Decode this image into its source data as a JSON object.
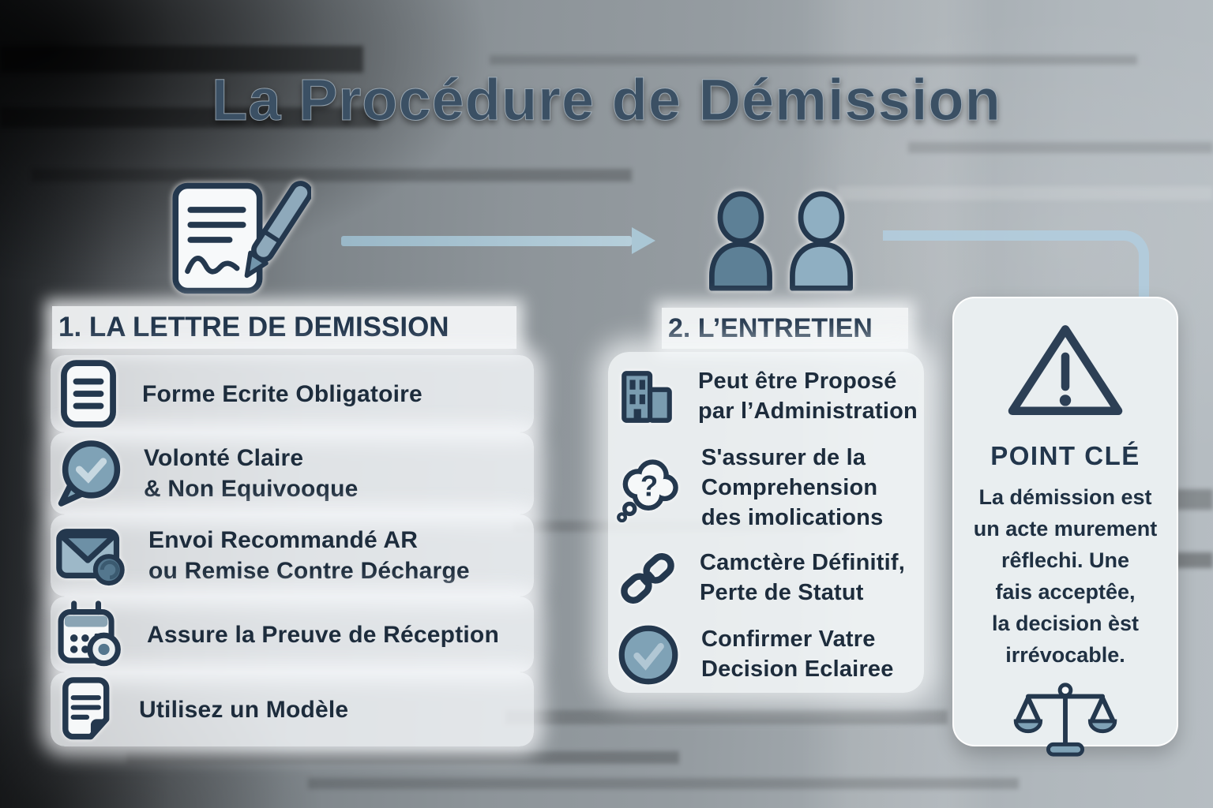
{
  "title": "La Procédure de Démission",
  "flow": {
    "step1_icon": "signed-letter-icon",
    "arrow1_icon": "arrow-right-icon",
    "step2_icon": "two-persons-icon",
    "connector": "elbow-connector-line"
  },
  "sections": {
    "letter": {
      "heading": "1. LA LETTRE DE DEMISSION",
      "items": [
        {
          "icon": "document-lines-icon",
          "lines": [
            "Forme Ecrite Obligatoire"
          ]
        },
        {
          "icon": "speech-bubble-check-icon",
          "lines": [
            "Volonté Claire",
            "& Non Equivooque"
          ]
        },
        {
          "icon": "envelope-seal-icon",
          "lines": [
            "Envoi Recommandé AR",
            "ou Remise Contre Décharge"
          ]
        },
        {
          "icon": "calendar-stamp-icon",
          "lines": [
            "Assure la Preuve de Réception"
          ]
        },
        {
          "icon": "document-corner-icon",
          "lines": [
            "Utilisez un Modèle"
          ]
        }
      ]
    },
    "interview": {
      "heading": "2. L’ENTRETIEN",
      "items": [
        {
          "icon": "building-icon",
          "lines": [
            "Peut être Proposé",
            "par l’Administration"
          ]
        },
        {
          "icon": "thought-bubble-question-icon",
          "lines": [
            "S'assurer de la",
            "Comprehension",
            "des imolications"
          ]
        },
        {
          "icon": "chain-link-icon",
          "lines": [
            "Camctère Définitif,",
            "Perte de Statut"
          ]
        },
        {
          "icon": "circle-check-icon",
          "lines": [
            "Confirmer Vatre",
            "Decision Eclairee"
          ]
        }
      ]
    },
    "key_point": {
      "heading": "POINT CLÉ",
      "icon_top": "warning-triangle-icon",
      "icon_bottom": "scales-icon",
      "body_lines": [
        "La démission est",
        "un acte murement",
        "rêflechi. Une",
        "fais acceptêe,",
        "la decision èst",
        "irrévocable."
      ]
    }
  },
  "colors": {
    "outline_navy": "#24384e",
    "text_dark": "#1d2c3c",
    "title_blue": "#3b5064",
    "icon_blue": "#7fa2b6",
    "icon_blue_dark": "#5d8096",
    "arrow_blue": "#b2cdde",
    "card_bg": "#e9eef0",
    "band_bg": "#f5f8f9"
  }
}
